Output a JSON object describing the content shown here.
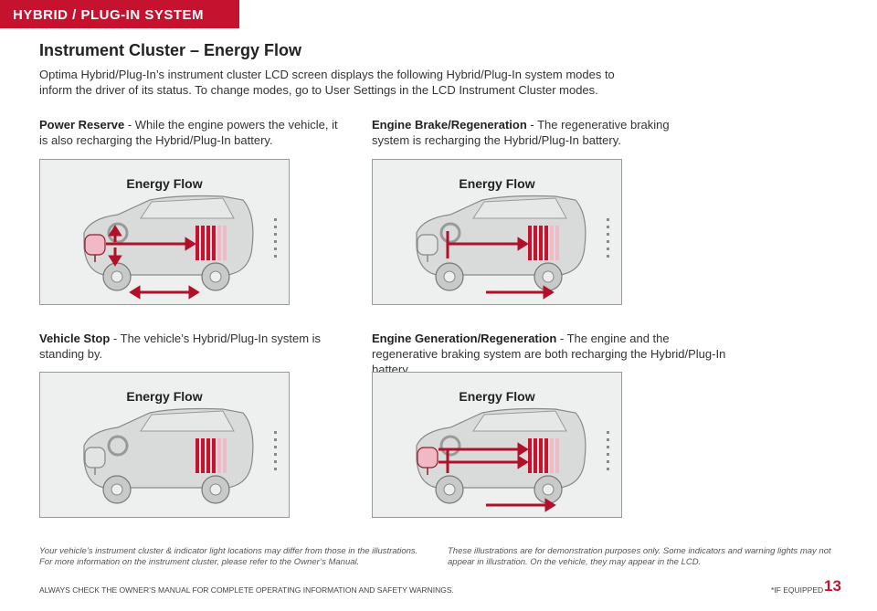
{
  "header": {
    "tab_label": "HYBRID / PLUG-IN SYSTEM"
  },
  "page_title": "Instrument Cluster – Energy Flow",
  "intro": "Optima Hybrid/Plug-In’s instrument cluster LCD screen displays the following Hybrid/Plug-In system modes to inform the driver of its status. To change modes, go to User Settings in the LCD Instrument Cluster modes.",
  "sections": [
    {
      "title": "Power Reserve",
      "text": " - While the engine powers the vehicle, it is also recharging the Hybrid/Plug-In battery.",
      "panel_label": "Energy Flow"
    },
    {
      "title": "Engine Brake/Regeneration",
      "text": " - The regenerative braking system is recharging the Hybrid/Plug-In battery.",
      "panel_label": "Energy Flow"
    },
    {
      "title": "Vehicle Stop",
      "text": " - The vehicle’s Hybrid/Plug-In system is standing by.",
      "panel_label": "Energy Flow"
    },
    {
      "title": "Engine Generation/Regeneration",
      "text": " - The engine and the regenerative braking system are both recharging the Hybrid/Plug-In battery.",
      "panel_label": "Energy Flow"
    }
  ],
  "footnotes": {
    "left": "Your vehicle’s instrument cluster & indicator light locations may differ from those in the illustrations. For more information on the instrument cluster, please refer to the Owner’s Manual.",
    "right": "These illustrations are for demonstration purposes only. Some indicators and warning lights may not appear in illustration. On the vehicle, they may appear in the LCD."
  },
  "bottom_line": "ALWAYS CHECK THE OWNER’S MANUAL FOR COMPLETE OPERATING INFORMATION AND SAFETY WARNINGS.",
  "if_equipped": "*IF EQUIPPED",
  "page_number": "13",
  "colors": {
    "brand_red": "#c4122f",
    "flow_arrow": "#b0102a",
    "panel_bg": "#eef0ef"
  }
}
